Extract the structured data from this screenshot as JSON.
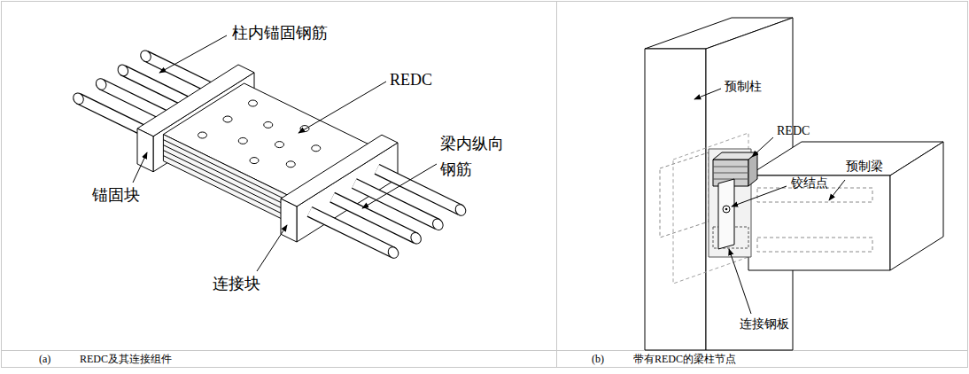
{
  "diagram": {
    "labels": [
      "柱内锚固钢筋",
      "REDC",
      "梁内纵向 钢筋",
      "锚固块",
      "连接块",
      "预制柱",
      "REDC",
      "铰结点",
      "预制梁",
      "连接钢板",
      "(a)",
      "REDC及其连接组件",
      "(b)",
      "带有REDC的梁柱节点"
    ]
  }
}
